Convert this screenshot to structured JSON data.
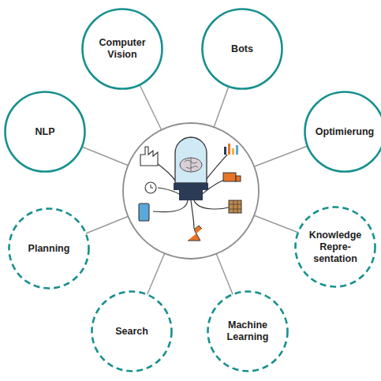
{
  "diagram": {
    "nodes": [
      {
        "text": [
          "Computer Vision"
        ]
      },
      {
        "text": [
          "Bots"
        ]
      },
      {
        "text": [
          "NLP"
        ]
      },
      {
        "text": [
          "Optimierung"
        ]
      },
      {
        "text": [
          "Planning"
        ]
      },
      {
        "text": [
          "Knowledge Repre- sentation"
        ]
      },
      {
        "text": [
          "Search"
        ]
      },
      {
        "text": [
          "Machine Learning"
        ]
      }
    ]
  }
}
